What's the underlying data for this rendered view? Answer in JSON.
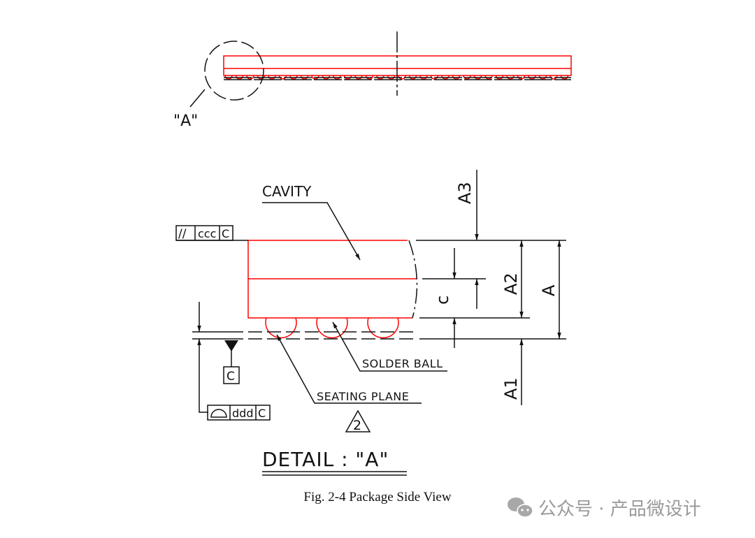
{
  "top_view": {
    "detail_label": "\"A\""
  },
  "detail": {
    "title": "DETAIL : \"A\"",
    "labels": {
      "cavity": "CAVITY",
      "solder_ball": "SOLDER BALL",
      "seating_plane": "SEATING PLANE",
      "note_number": "2"
    },
    "tolerance_frames": {
      "parallelism": {
        "symbol": "//",
        "value": "ccc",
        "datum": "C"
      },
      "profile": {
        "value": "ddd",
        "datum": "C"
      },
      "datum_c": "C"
    },
    "dimensions": {
      "a3": "A3",
      "c": "c",
      "a2": "A2",
      "a": "A",
      "a1": "A1"
    }
  },
  "caption": "Fig. 2-4 Package Side View",
  "watermark": "公众号 · 产品微设计",
  "colors": {
    "package": "#ff0000",
    "lines": "#111111"
  }
}
